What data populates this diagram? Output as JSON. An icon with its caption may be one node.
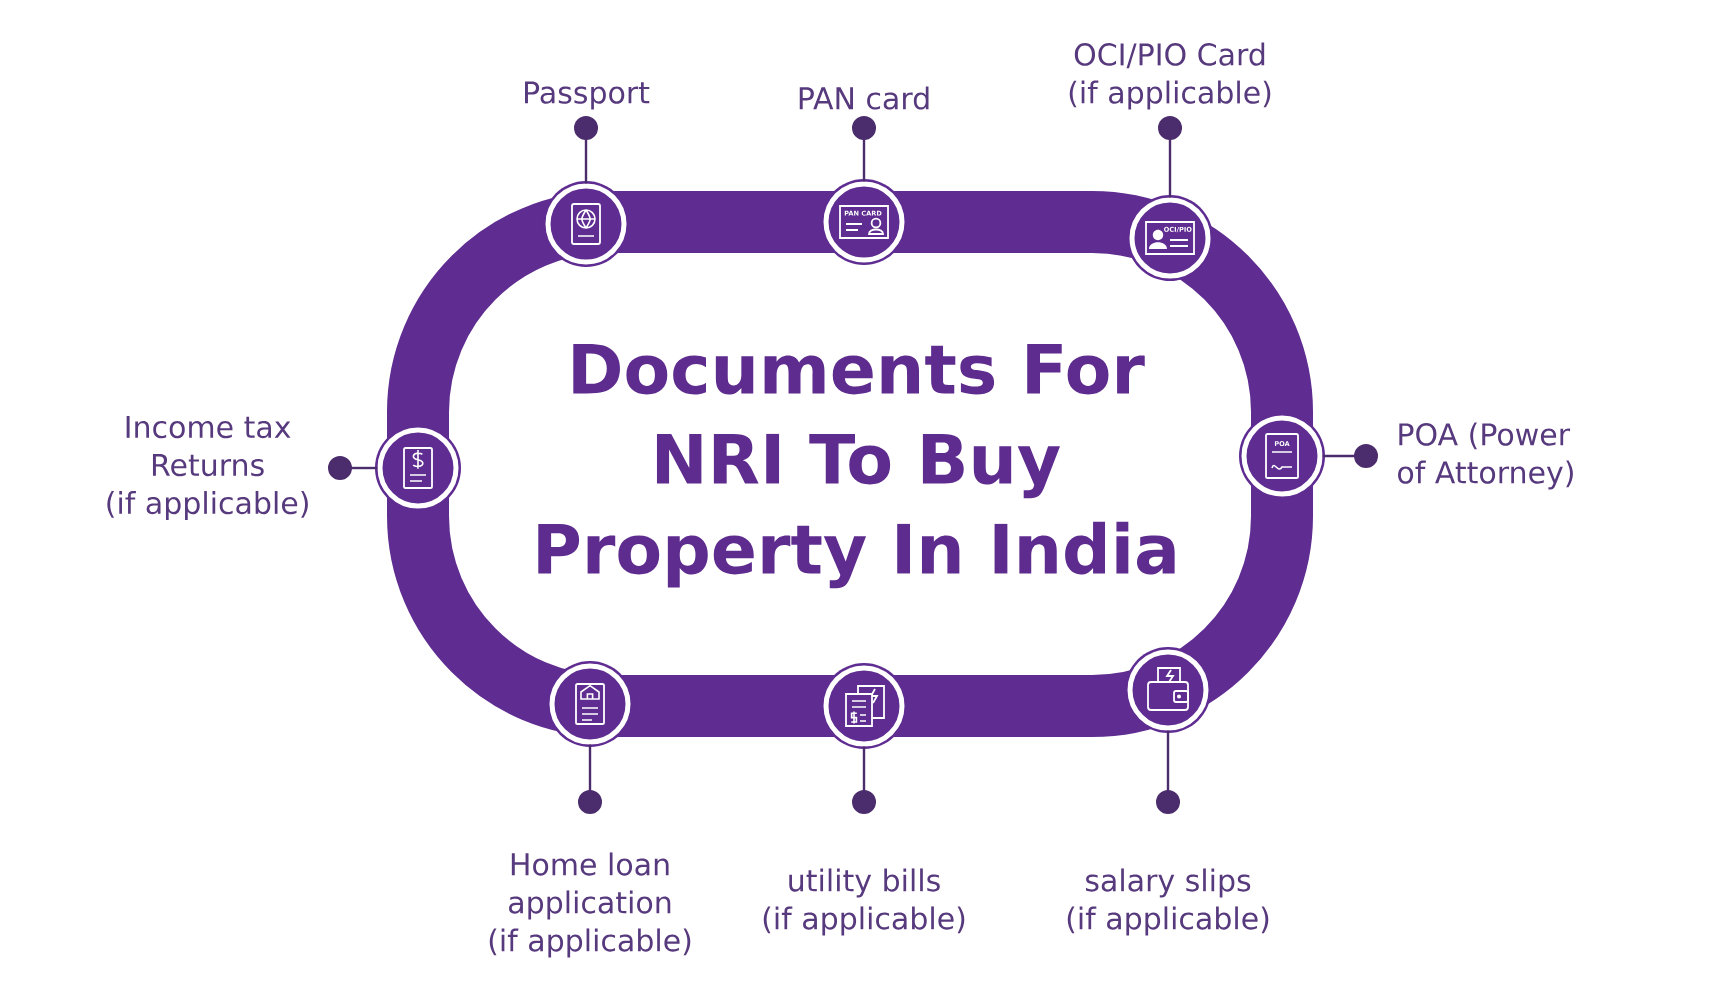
{
  "diagram": {
    "title": "Documents For NRI To Buy Property In India",
    "nodes": [
      {
        "text": [
          "Passport"
        ]
      },
      {
        "text": [],
        "shape": "circle"
      },
      {
        "text": [
          "PAN card"
        ]
      },
      {
        "text": [
          "PAN CARD"
        ]
      },
      {
        "text": [
          "OCI/PIO Card (if applicable)"
        ]
      },
      {
        "text": [
          "OCI/PIO"
        ]
      },
      {
        "text": [
          "Income tax Returns (if applicable)"
        ]
      },
      {
        "text": [],
        "shape": "circle"
      },
      {
        "text": [
          "POA (Power of Attorney)"
        ]
      },
      {
        "text": [
          "POA"
        ]
      },
      {
        "text": [
          "Home loan application (if applicable)"
        ]
      },
      {
        "text": [],
        "shape": "circle"
      },
      {
        "text": [
          "utility bills (if applicable)"
        ]
      },
      {
        "text": [],
        "shape": "circle"
      },
      {
        "text": [
          "salary slips (if applicable)"
        ]
      },
      {
        "text": [],
        "shape": "circle"
      }
    ],
    "edges": [
      {
        "from": 0,
        "to": 1,
        "arrow": "other"
      },
      {
        "from": 2,
        "to": 3,
        "arrow": "other"
      },
      {
        "from": 4,
        "to": 5,
        "arrow": "other"
      },
      {
        "from": 6,
        "to": 7,
        "arrow": "other"
      },
      {
        "from": 8,
        "to": 9,
        "arrow": "other"
      },
      {
        "from": 10,
        "to": 11,
        "arrow": "other"
      },
      {
        "from": 12,
        "to": 13,
        "arrow": "other"
      },
      {
        "from": 14,
        "to": 15,
        "arrow": "other"
      }
    ]
  }
}
